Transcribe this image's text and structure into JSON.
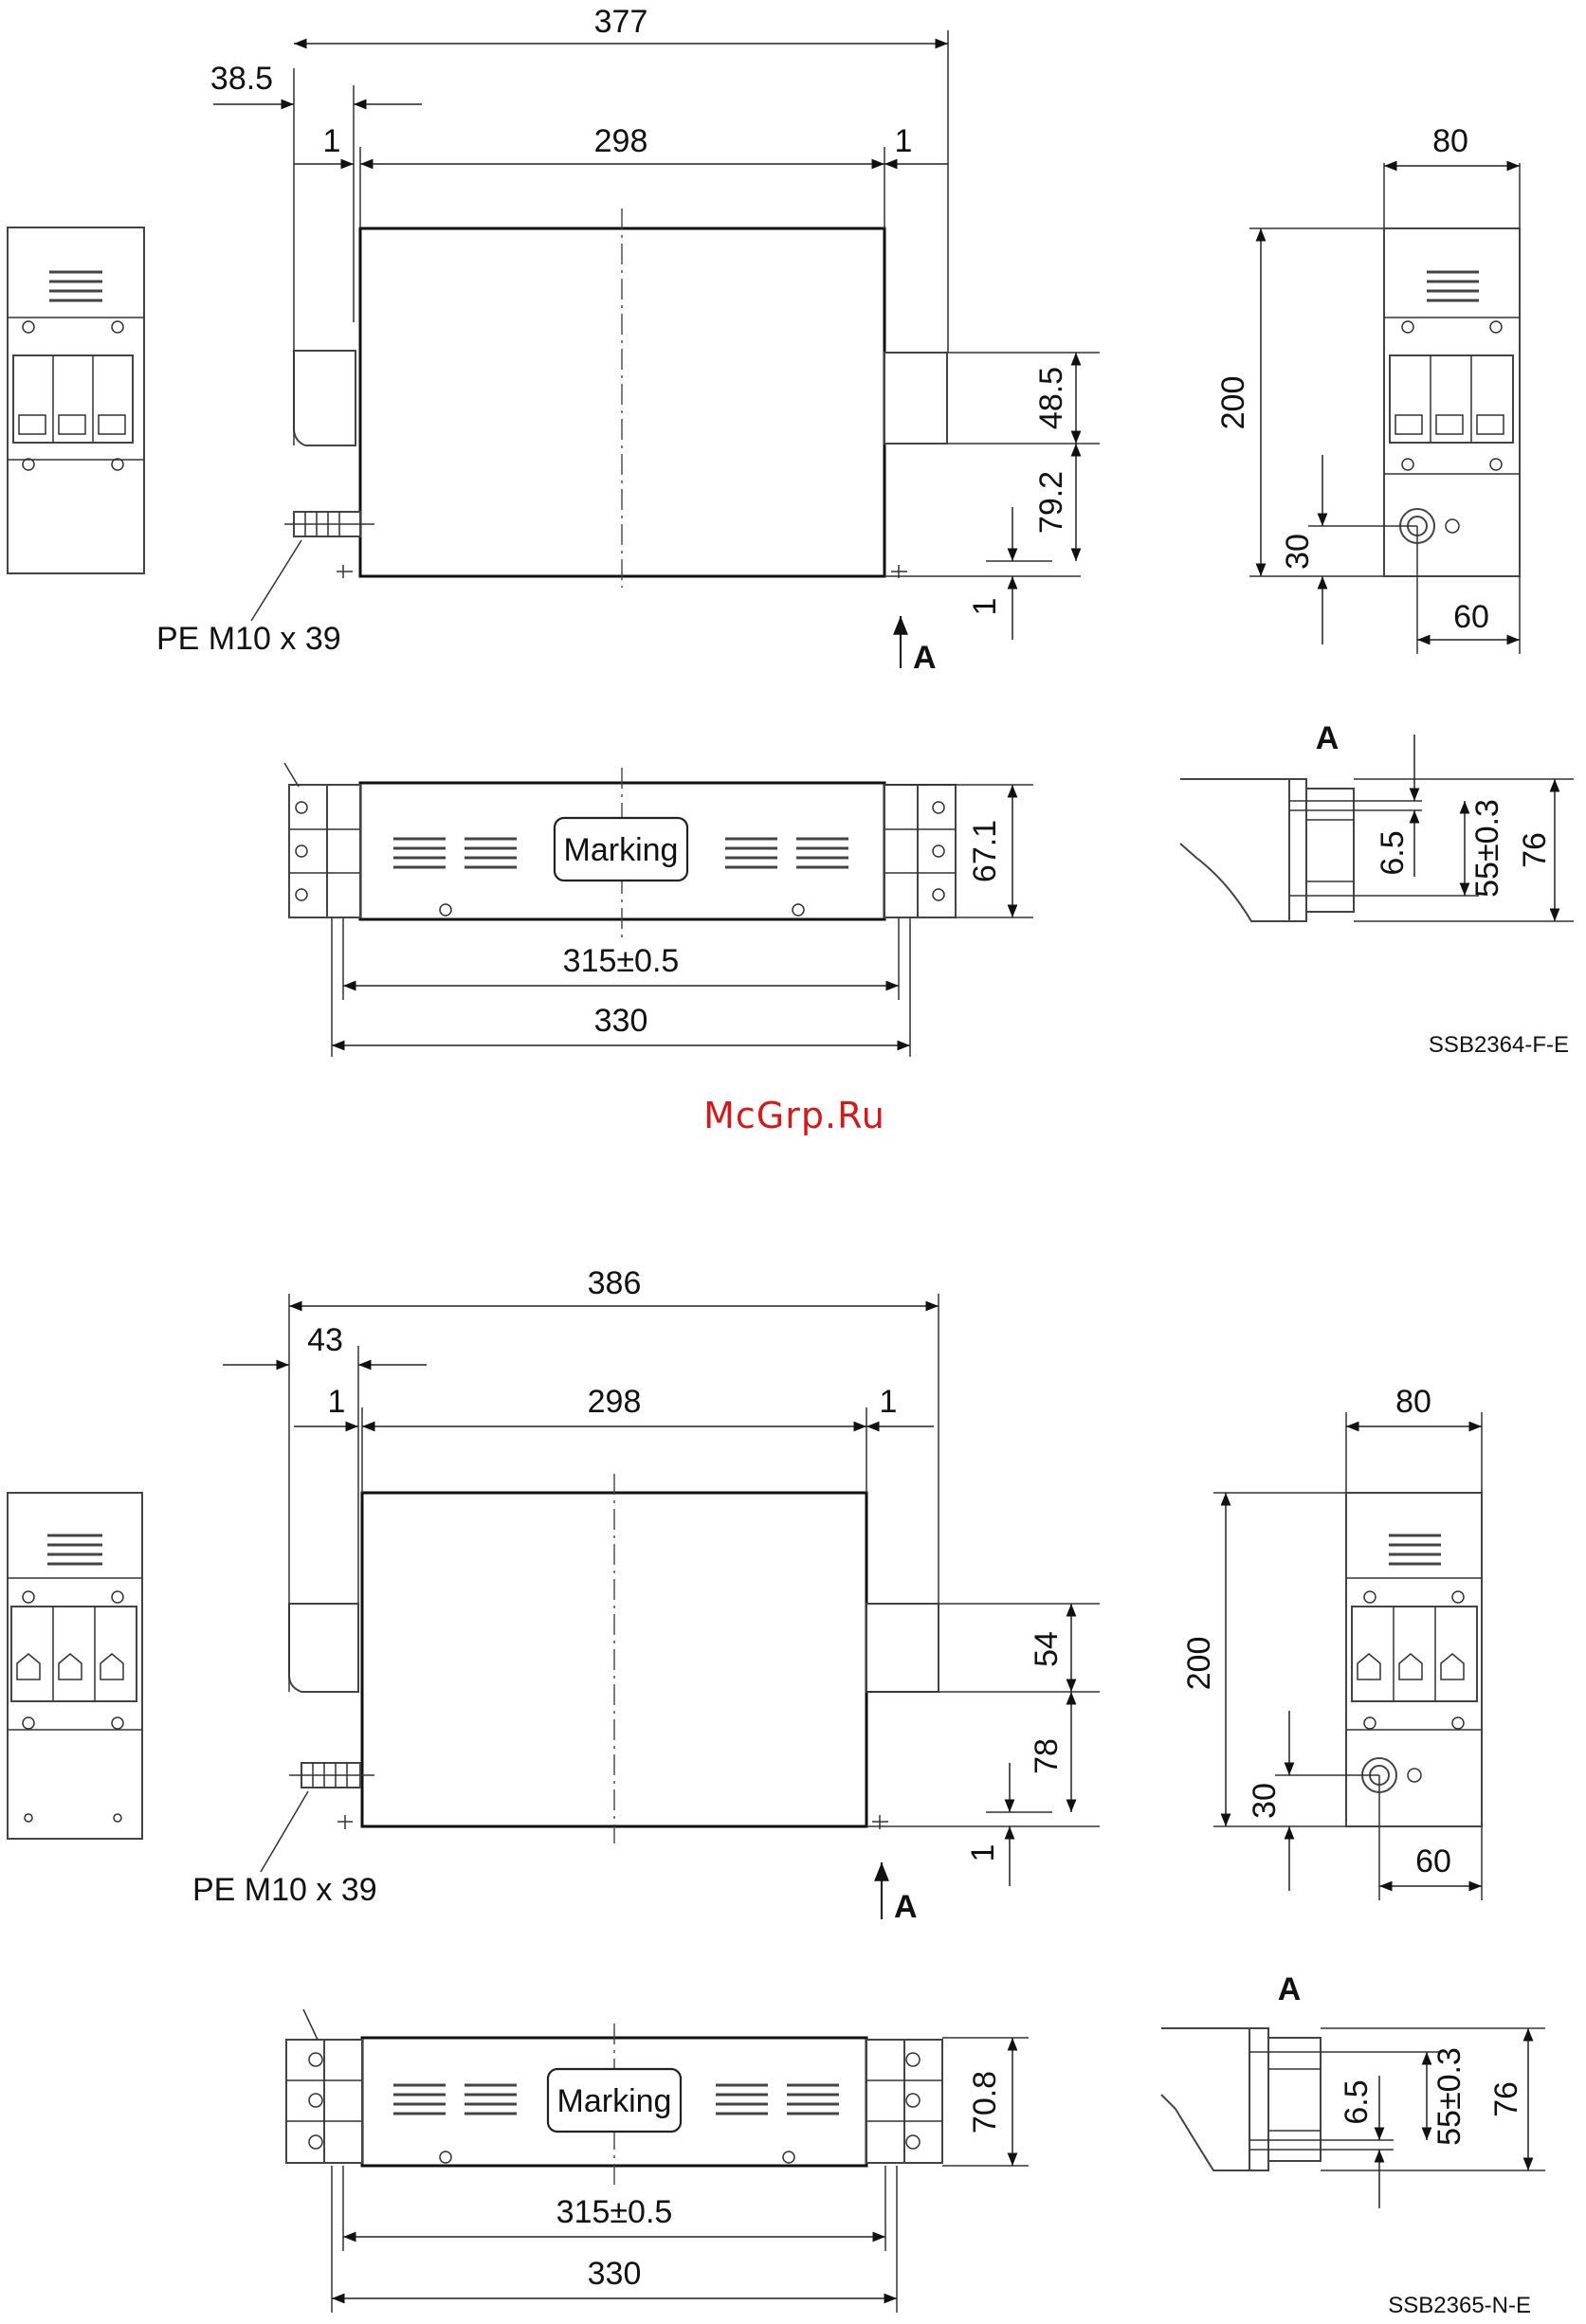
{
  "watermark": "McGrp.Ru",
  "drawings": [
    {
      "code": "SSB2364-F-E",
      "dims": {
        "total_width": "377",
        "overhang_left": "38.5",
        "gap_left": "1",
        "body_width": "298",
        "gap_right": "1",
        "side_width": "80",
        "height": "200",
        "terminal_height": "48.5",
        "terminal_offset": "79.2",
        "bottom_gap": "1",
        "pe_offset_v": "30",
        "pe_offset_h": "60",
        "top_depth": "67.1",
        "mount_pitch": "315±0.5",
        "mount_length": "330",
        "detail_slot": "6.5",
        "detail_pitch": "55±0.3",
        "detail_depth": "76"
      },
      "pe_label": "PE M10 x 39",
      "view_a": "A",
      "marking": "Marking"
    },
    {
      "code": "SSB2365-N-E",
      "dims": {
        "total_width": "386",
        "overhang_left": "43",
        "gap_left": "1",
        "body_width": "298",
        "gap_right": "1",
        "side_width": "80",
        "height": "200",
        "terminal_height": "54",
        "terminal_offset": "78",
        "bottom_gap": "1",
        "pe_offset_v": "30",
        "pe_offset_h": "60",
        "top_depth": "70.8",
        "mount_pitch": "315±0.5",
        "mount_length": "330",
        "detail_slot": "6.5",
        "detail_pitch": "55±0.3",
        "detail_depth": "76"
      },
      "pe_label": "PE M10 x 39",
      "view_a": "A",
      "marking": "Marking"
    }
  ]
}
